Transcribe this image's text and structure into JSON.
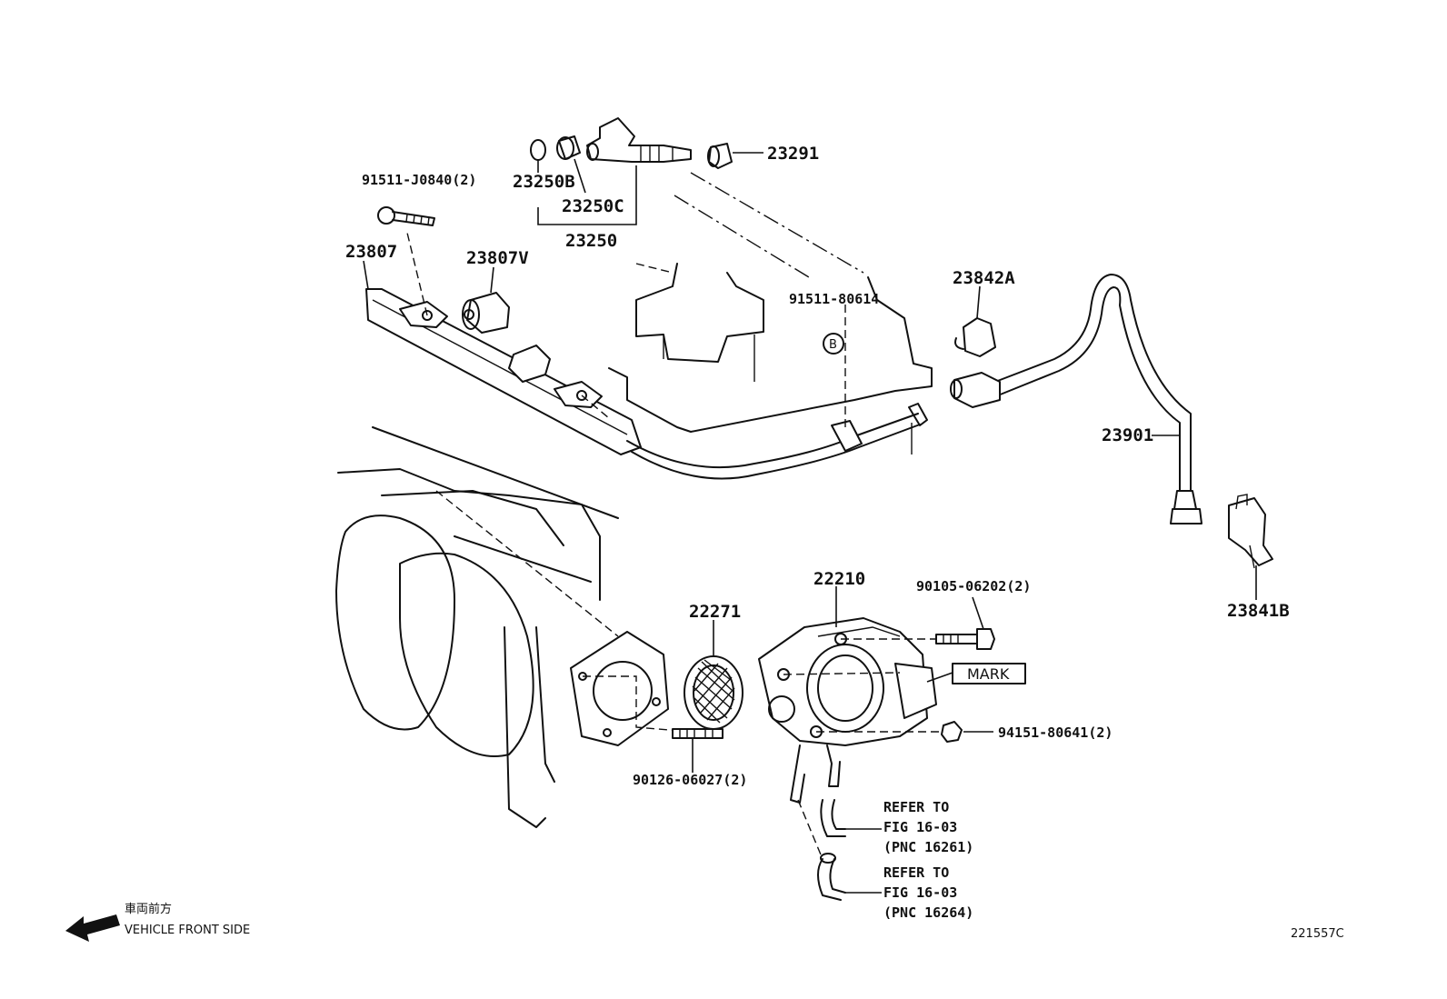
{
  "diagram": {
    "figure_number": "221557C",
    "direction": {
      "label_jp": "車両前方",
      "label_en": "VEHICLE FRONT SIDE"
    },
    "mark_label": "MARK",
    "section_marker": "B",
    "parts": {
      "p23250b": "23250B",
      "p23250c": "23250C",
      "p23250": "23250",
      "p23291": "23291",
      "p91511_j0840": "91511-J0840(2)",
      "p23807": "23807",
      "p23807v": "23807V",
      "p91511_80614": "91511-80614",
      "p23842a": "23842A",
      "p23901": "23901",
      "p23841b": "23841B",
      "p22210": "22210",
      "p22271": "22271",
      "p90105": "90105-06202(2)",
      "p94151": "94151-80641(2)",
      "p90126": "90126-06027(2)"
    },
    "refer_1": {
      "line1": "REFER TO",
      "line2": "FIG 16-03",
      "line3": "(PNC 16261)"
    },
    "refer_2": {
      "line1": "REFER TO",
      "line2": "FIG 16-03",
      "line3": "(PNC 16264)"
    }
  }
}
